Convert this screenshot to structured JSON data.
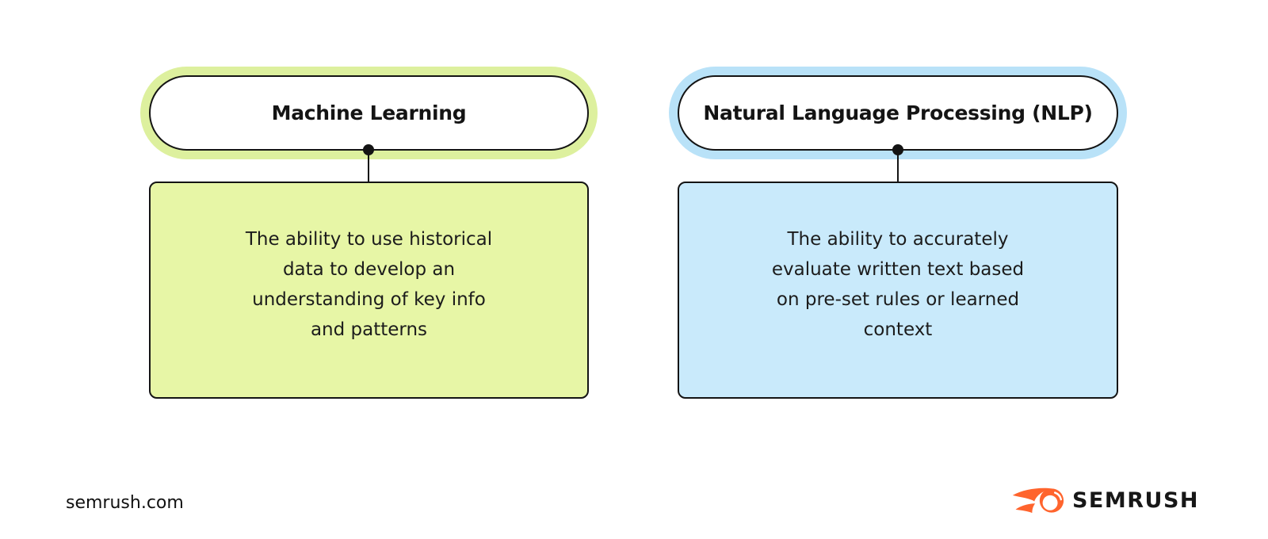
{
  "page": {
    "background": "#ffffff",
    "outline_color": "#141414"
  },
  "diagram": {
    "nodes": [
      {
        "id": "machine-learning",
        "title": "Machine Learning",
        "accent_color": "#ddf09e",
        "box_color": "#e7f6a6",
        "description_lines": [
          "The ability to use historical",
          "data to develop an",
          "understanding of key info",
          "and patterns"
        ]
      },
      {
        "id": "natural-language-processing",
        "title": "Natural Language Processing (NLP)",
        "accent_color": "#b9e2f8",
        "box_color": "#c9eafb",
        "description_lines": [
          "The ability to accurately",
          "evaluate written text based",
          "on pre-set rules or learned",
          "context"
        ]
      }
    ]
  },
  "footer": {
    "site_label": "semrush.com",
    "brand": {
      "name": "SEMRUSH",
      "icon": "semrush-flame-icon",
      "icon_color": "#ff642d",
      "text_color": "#171717"
    }
  }
}
